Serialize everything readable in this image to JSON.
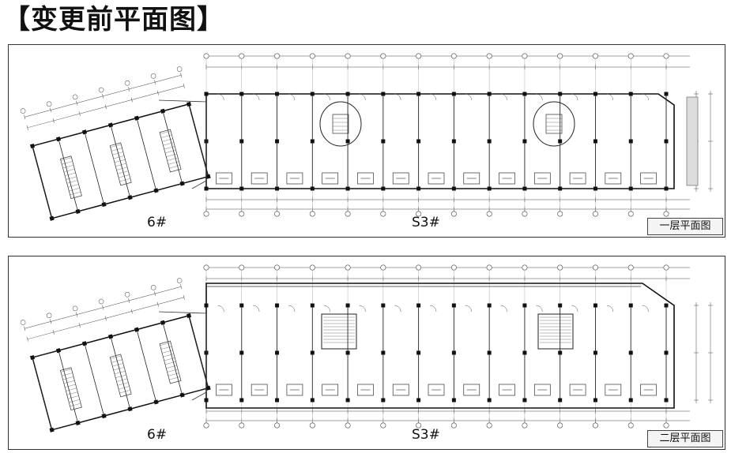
{
  "page": {
    "title": "【变更前平面图】"
  },
  "plans": [
    {
      "floor_label": "一层平面图",
      "building_left": "6#",
      "building_right": "S3#"
    },
    {
      "floor_label": "二层平面图",
      "building_left": "6#",
      "building_right": "S3#"
    }
  ]
}
